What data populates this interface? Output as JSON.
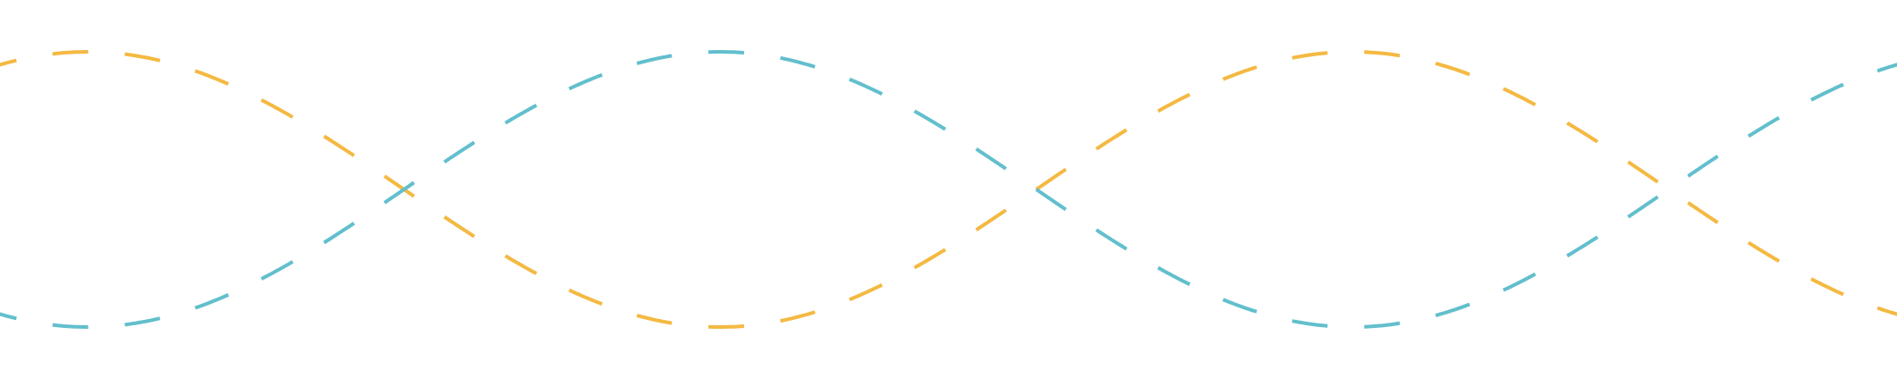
{
  "waves": [
    {
      "name": "orange-wave",
      "color": "#f4b942",
      "cycles": 1.5,
      "phase_deg": 155
    },
    {
      "name": "teal-wave",
      "color": "#62bfcd",
      "cycles": 1.5,
      "phase_deg": 335
    }
  ]
}
